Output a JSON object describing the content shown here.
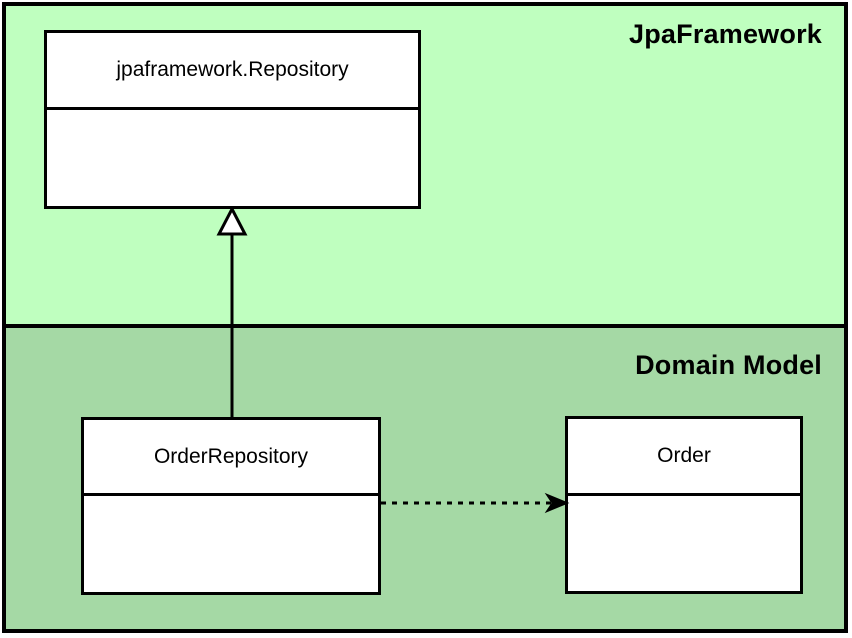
{
  "diagram": {
    "type": "uml-class-diagram",
    "background_color": "#ffffff",
    "border_color": "#000000",
    "packages": [
      {
        "name": "JpaFramework",
        "label": "JpaFramework",
        "fill_color": "#bfffbf",
        "label_position": "top-right"
      },
      {
        "name": "Domain Model",
        "label": "Domain Model",
        "fill_color": "#a5d9a5",
        "label_position": "top-right"
      }
    ],
    "classes": [
      {
        "id": "repository",
        "name": "jpaframework.Repository",
        "package": "JpaFramework",
        "attributes": [],
        "operations": [],
        "fill_color": "#ffffff"
      },
      {
        "id": "order-repository",
        "name": "OrderRepository",
        "package": "Domain Model",
        "attributes": [],
        "operations": [],
        "fill_color": "#ffffff"
      },
      {
        "id": "order",
        "name": "Order",
        "package": "Domain Model",
        "attributes": [],
        "operations": [],
        "fill_color": "#ffffff"
      }
    ],
    "relationships": [
      {
        "id": "generalization",
        "kind": "generalization",
        "line_style": "solid",
        "arrow_head": "hollow-triangle",
        "source": "OrderRepository",
        "target": "jpaframework.Repository"
      },
      {
        "id": "dependency",
        "kind": "dependency",
        "line_style": "dashed",
        "arrow_head": "open-arrow",
        "source": "OrderRepository",
        "target": "Order"
      }
    ]
  }
}
